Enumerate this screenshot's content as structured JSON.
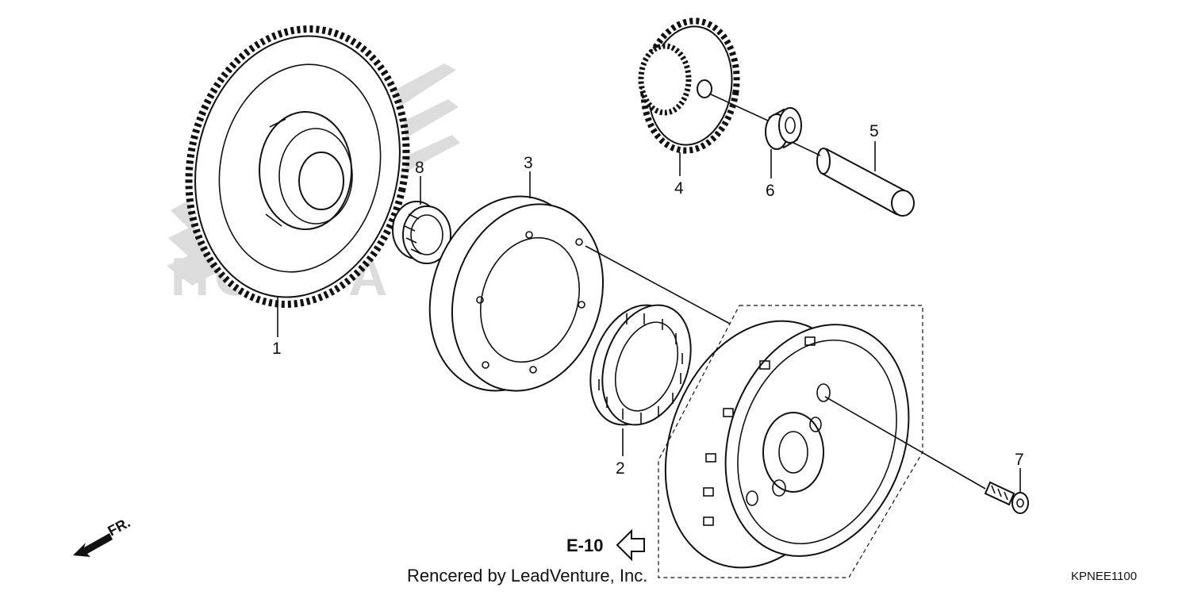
{
  "callouts": [
    {
      "id": "1",
      "label": "1"
    },
    {
      "id": "2",
      "label": "2"
    },
    {
      "id": "3",
      "label": "3"
    },
    {
      "id": "4",
      "label": "4"
    },
    {
      "id": "5",
      "label": "5"
    },
    {
      "id": "6",
      "label": "6"
    },
    {
      "id": "7",
      "label": "7"
    },
    {
      "id": "8",
      "label": "8"
    }
  ],
  "direction_label": "FR.",
  "reference": "E-10",
  "credit": "Rencered by LeadVenture, Inc.",
  "diagram_code": "KPNEE1100",
  "watermark_text": "HONDA",
  "colors": {
    "ink": "#111111",
    "paper": "#ffffff",
    "watermark": "#d9d9d9"
  },
  "icons": [
    "front-direction-arrow-icon",
    "reference-arrow-icon"
  ]
}
